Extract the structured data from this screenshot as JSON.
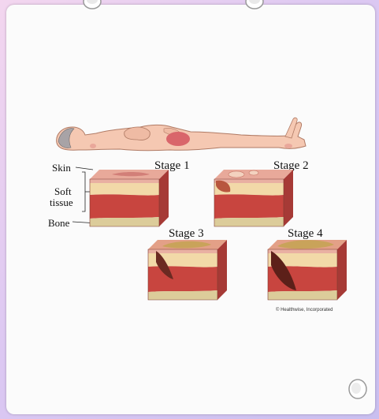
{
  "diagram": {
    "labels": {
      "skin": "Skin",
      "soft_tissue_line1": "Soft",
      "soft_tissue_line2": "tissue",
      "bone": "Bone"
    },
    "stages": [
      "Stage 1",
      "Stage 2",
      "Stage 3",
      "Stage 4"
    ],
    "credit": "© Healthwise, Incorporated"
  },
  "colors": {
    "skin_top": "#e8a99a",
    "fat": "#f2d9a8",
    "muscle": "#c8453f",
    "bone": "#dccc9a",
    "body": "#f5c8b2",
    "sore": "#d9666b"
  }
}
